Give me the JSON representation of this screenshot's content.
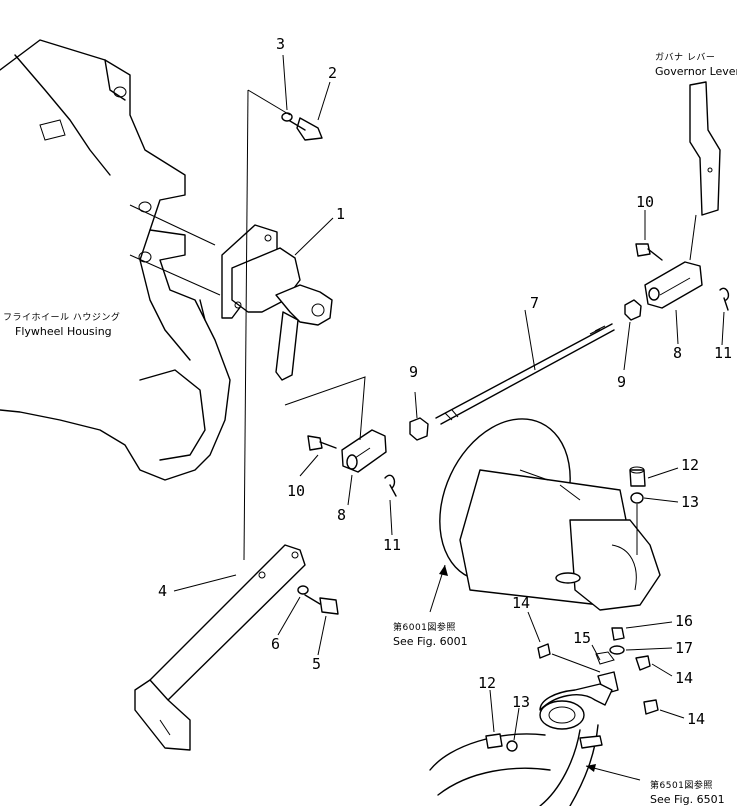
{
  "callouts": {
    "n1": "1",
    "n2": "2",
    "n3": "3",
    "n4": "4",
    "n5": "5",
    "n6": "6",
    "n7": "7",
    "n8a": "8",
    "n8b": "8",
    "n9a": "9",
    "n9b": "9",
    "n10a": "10",
    "n10b": "10",
    "n11a": "11",
    "n11b": "11",
    "n12a": "12",
    "n12b": "12",
    "n13a": "13",
    "n13b": "13",
    "n14a": "14",
    "n14b": "14",
    "n14c": "14",
    "n15": "15",
    "n16": "16",
    "n17": "17"
  },
  "captions": {
    "governor_jp": "ガバナ レバー",
    "governor_en": "Governor Lever",
    "flywheel_jp": "フライホイール ハウジング",
    "flywheel_en": "Flywheel Housing",
    "ref1_jp": "第6001図参照",
    "ref1_en": "See Fig. 6001",
    "ref2_jp": "第6501図参照",
    "ref2_en": "See Fig. 6501"
  }
}
